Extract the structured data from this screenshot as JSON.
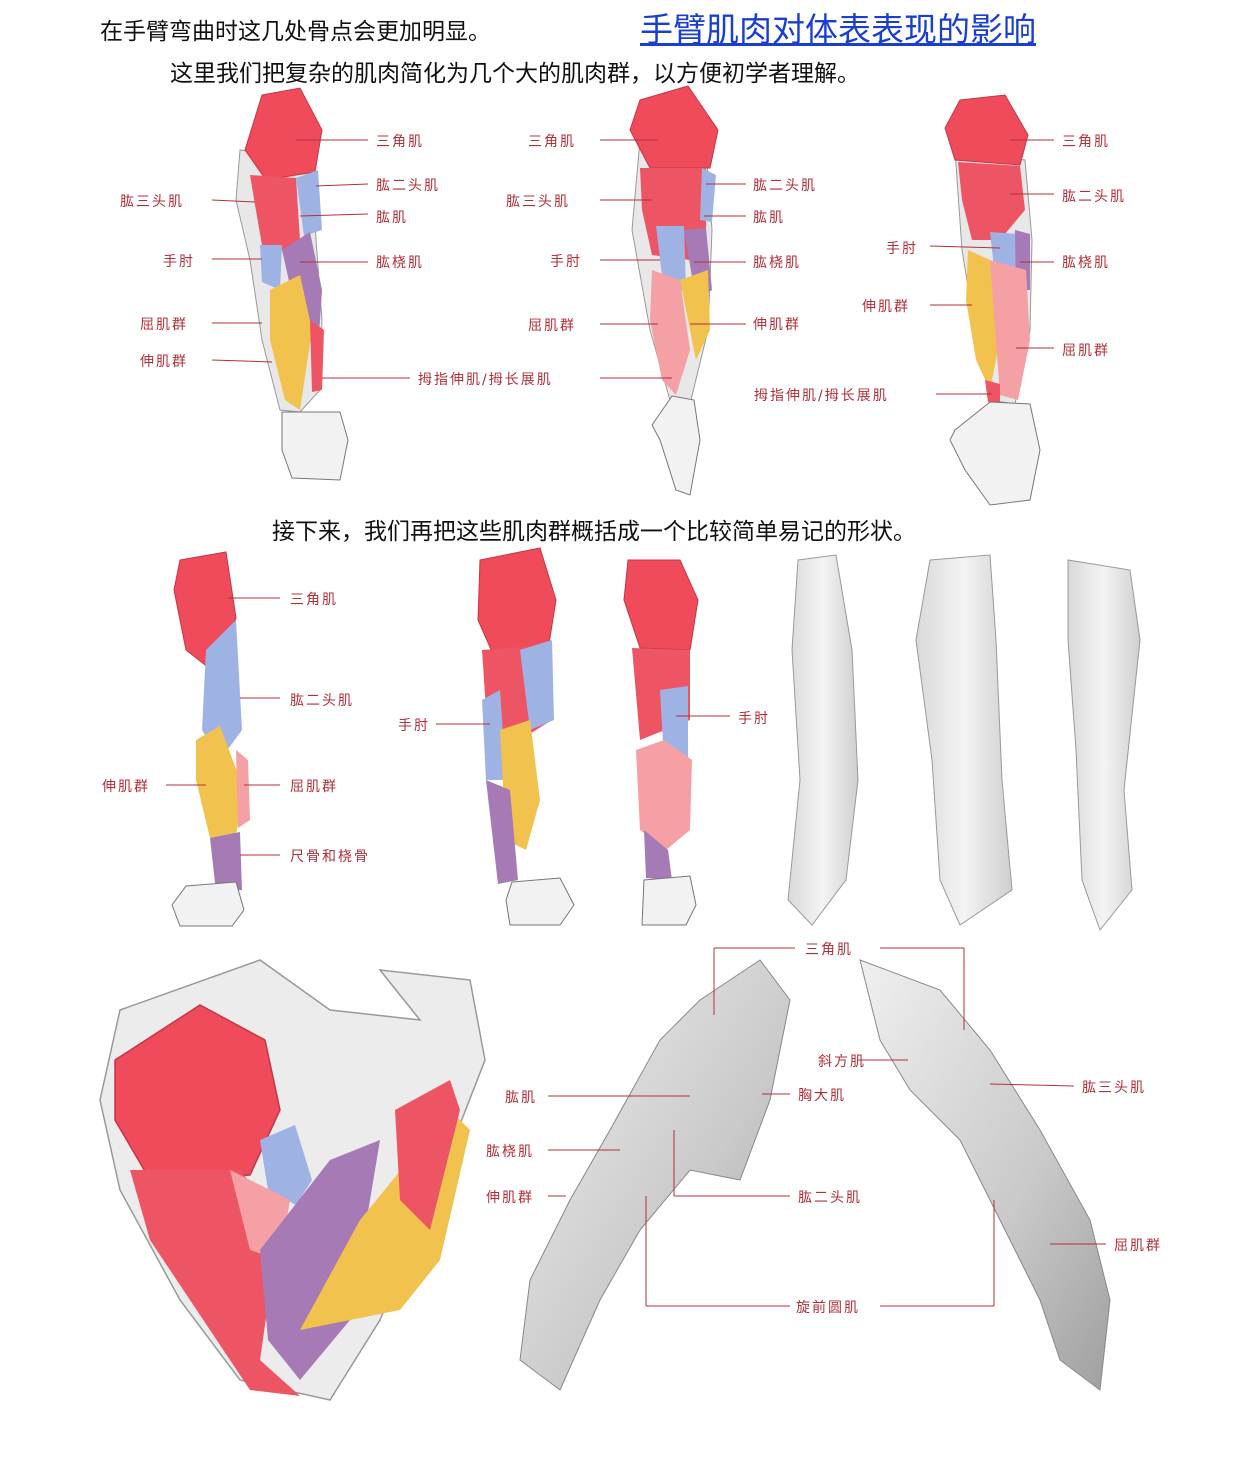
{
  "header": {
    "note_bent": "在手臂弯曲时这几处骨点会更加明显。",
    "title_link": "手臂肌肉对体表表现的影响",
    "intro_simplify": "这里我们把复杂的肌肉简化为几个大的肌肉群，以方便初学者理解。",
    "intro_shapes": "接下来，我们再把这些肌肉群概括成一个比较简单易记的形状。"
  },
  "colors": {
    "deltoid": "#ef4b5a",
    "arm_red": "#ee5564",
    "biceps_blue": "#9fb2e4",
    "extensor_yellow": "#f2c24e",
    "flexor_pink": "#f4a0a4",
    "purple": "#a57ab5",
    "grey": "#e6e6e6",
    "label": "#b0303a",
    "link": "#1a3fd0"
  },
  "figure1_labels": {
    "a": "三角肌",
    "b": "肱二头肌",
    "c": "肱三头肌",
    "d": "肱肌",
    "e": "手肘",
    "f": "肱桡肌",
    "g": "屈肌群",
    "h": "伸肌群",
    "i": "拇指伸肌/拇长展肌"
  },
  "figure2_labels": {
    "a": "三角肌",
    "b": "肱三头肌",
    "c": "肱二头肌",
    "d": "肱肌",
    "e": "手肘",
    "f": "肱桡肌",
    "g": "屈肌群",
    "h": "伸肌群"
  },
  "figure3_labels": {
    "a": "三角肌",
    "b": "肱二头肌",
    "c": "手肘",
    "d": "肱桡肌",
    "e": "伸肌群",
    "f": "屈肌群",
    "g": "拇指伸肌/拇长展肌"
  },
  "figure4_labels": {
    "a": "三角肌",
    "b": "肱二头肌",
    "c": "伸肌群",
    "d": "屈肌群",
    "e": "尺骨和桡骨"
  },
  "figure5_labels": {
    "a": "手肘",
    "b": "手肘"
  },
  "figure7_labels": {
    "a": "三角肌",
    "b": "斜方肌",
    "c": "肱肌",
    "d": "胸大肌",
    "e": "肱三头肌",
    "f": "肱桡肌",
    "g": "伸肌群",
    "h": "肱二头肌",
    "i": "屈肌群",
    "j": "旋前圆肌"
  }
}
